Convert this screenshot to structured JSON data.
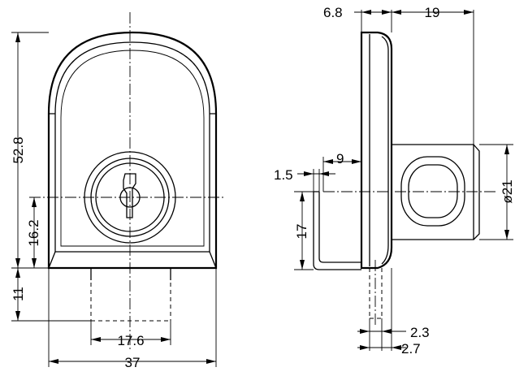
{
  "drawing": {
    "front_view": {
      "dimensions": {
        "height_total": "52.8",
        "key_center_height": "16.2",
        "cylinder_length": "11",
        "cylinder_width": "17.6",
        "width_total": "37"
      }
    },
    "side_view": {
      "dimensions": {
        "plate_thickness": "6.8",
        "cam_offset": "19",
        "hook_gap": "9",
        "hook_thickness": "1.5",
        "hook_height": "17",
        "body_diameter": "ø21",
        "slot_a": "2.3",
        "slot_b": "2.7"
      }
    }
  }
}
